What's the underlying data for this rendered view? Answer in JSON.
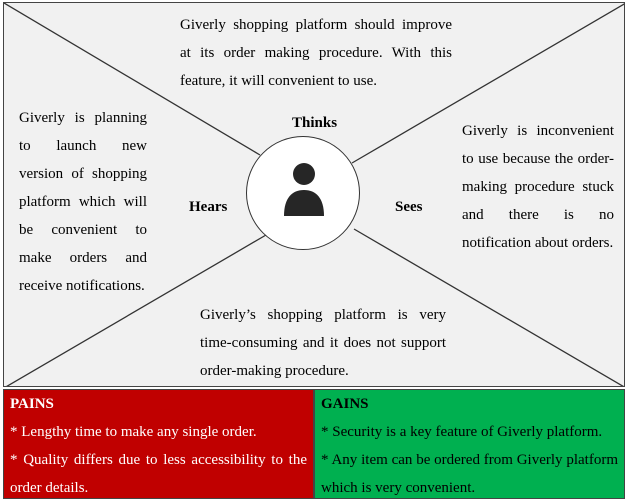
{
  "map": {
    "center_label_top": "Thinks",
    "center_label_left": "Hears",
    "center_label_right": "Sees",
    "top_text": "Giverly shopping platform should improve at its order making procedure. With this feature, it will convenient to use.",
    "left_text": "Giverly is planning to launch new version of shopping platform which will be convenient to make orders and receive notifications.",
    "right_text": "Giverly is inconvenient to use because the order-making procedure stuck and there is no notification about orders.",
    "bottom_text": "Giverly’s shopping platform is very time-consuming and it does not support order-making procedure.",
    "avatar_icon": "person-icon"
  },
  "pains": {
    "title": "PAINS",
    "items": [
      "* Lengthy time to make any single order.",
      "* Quality differs due to less accessibility to the order details."
    ],
    "color": "#c00000"
  },
  "gains": {
    "title": "GAINS",
    "items": [
      "* Security is a key feature of Giverly platform.",
      "* Any item can be ordered from Giverly platform which is very convenient."
    ],
    "color": "#00b050"
  }
}
